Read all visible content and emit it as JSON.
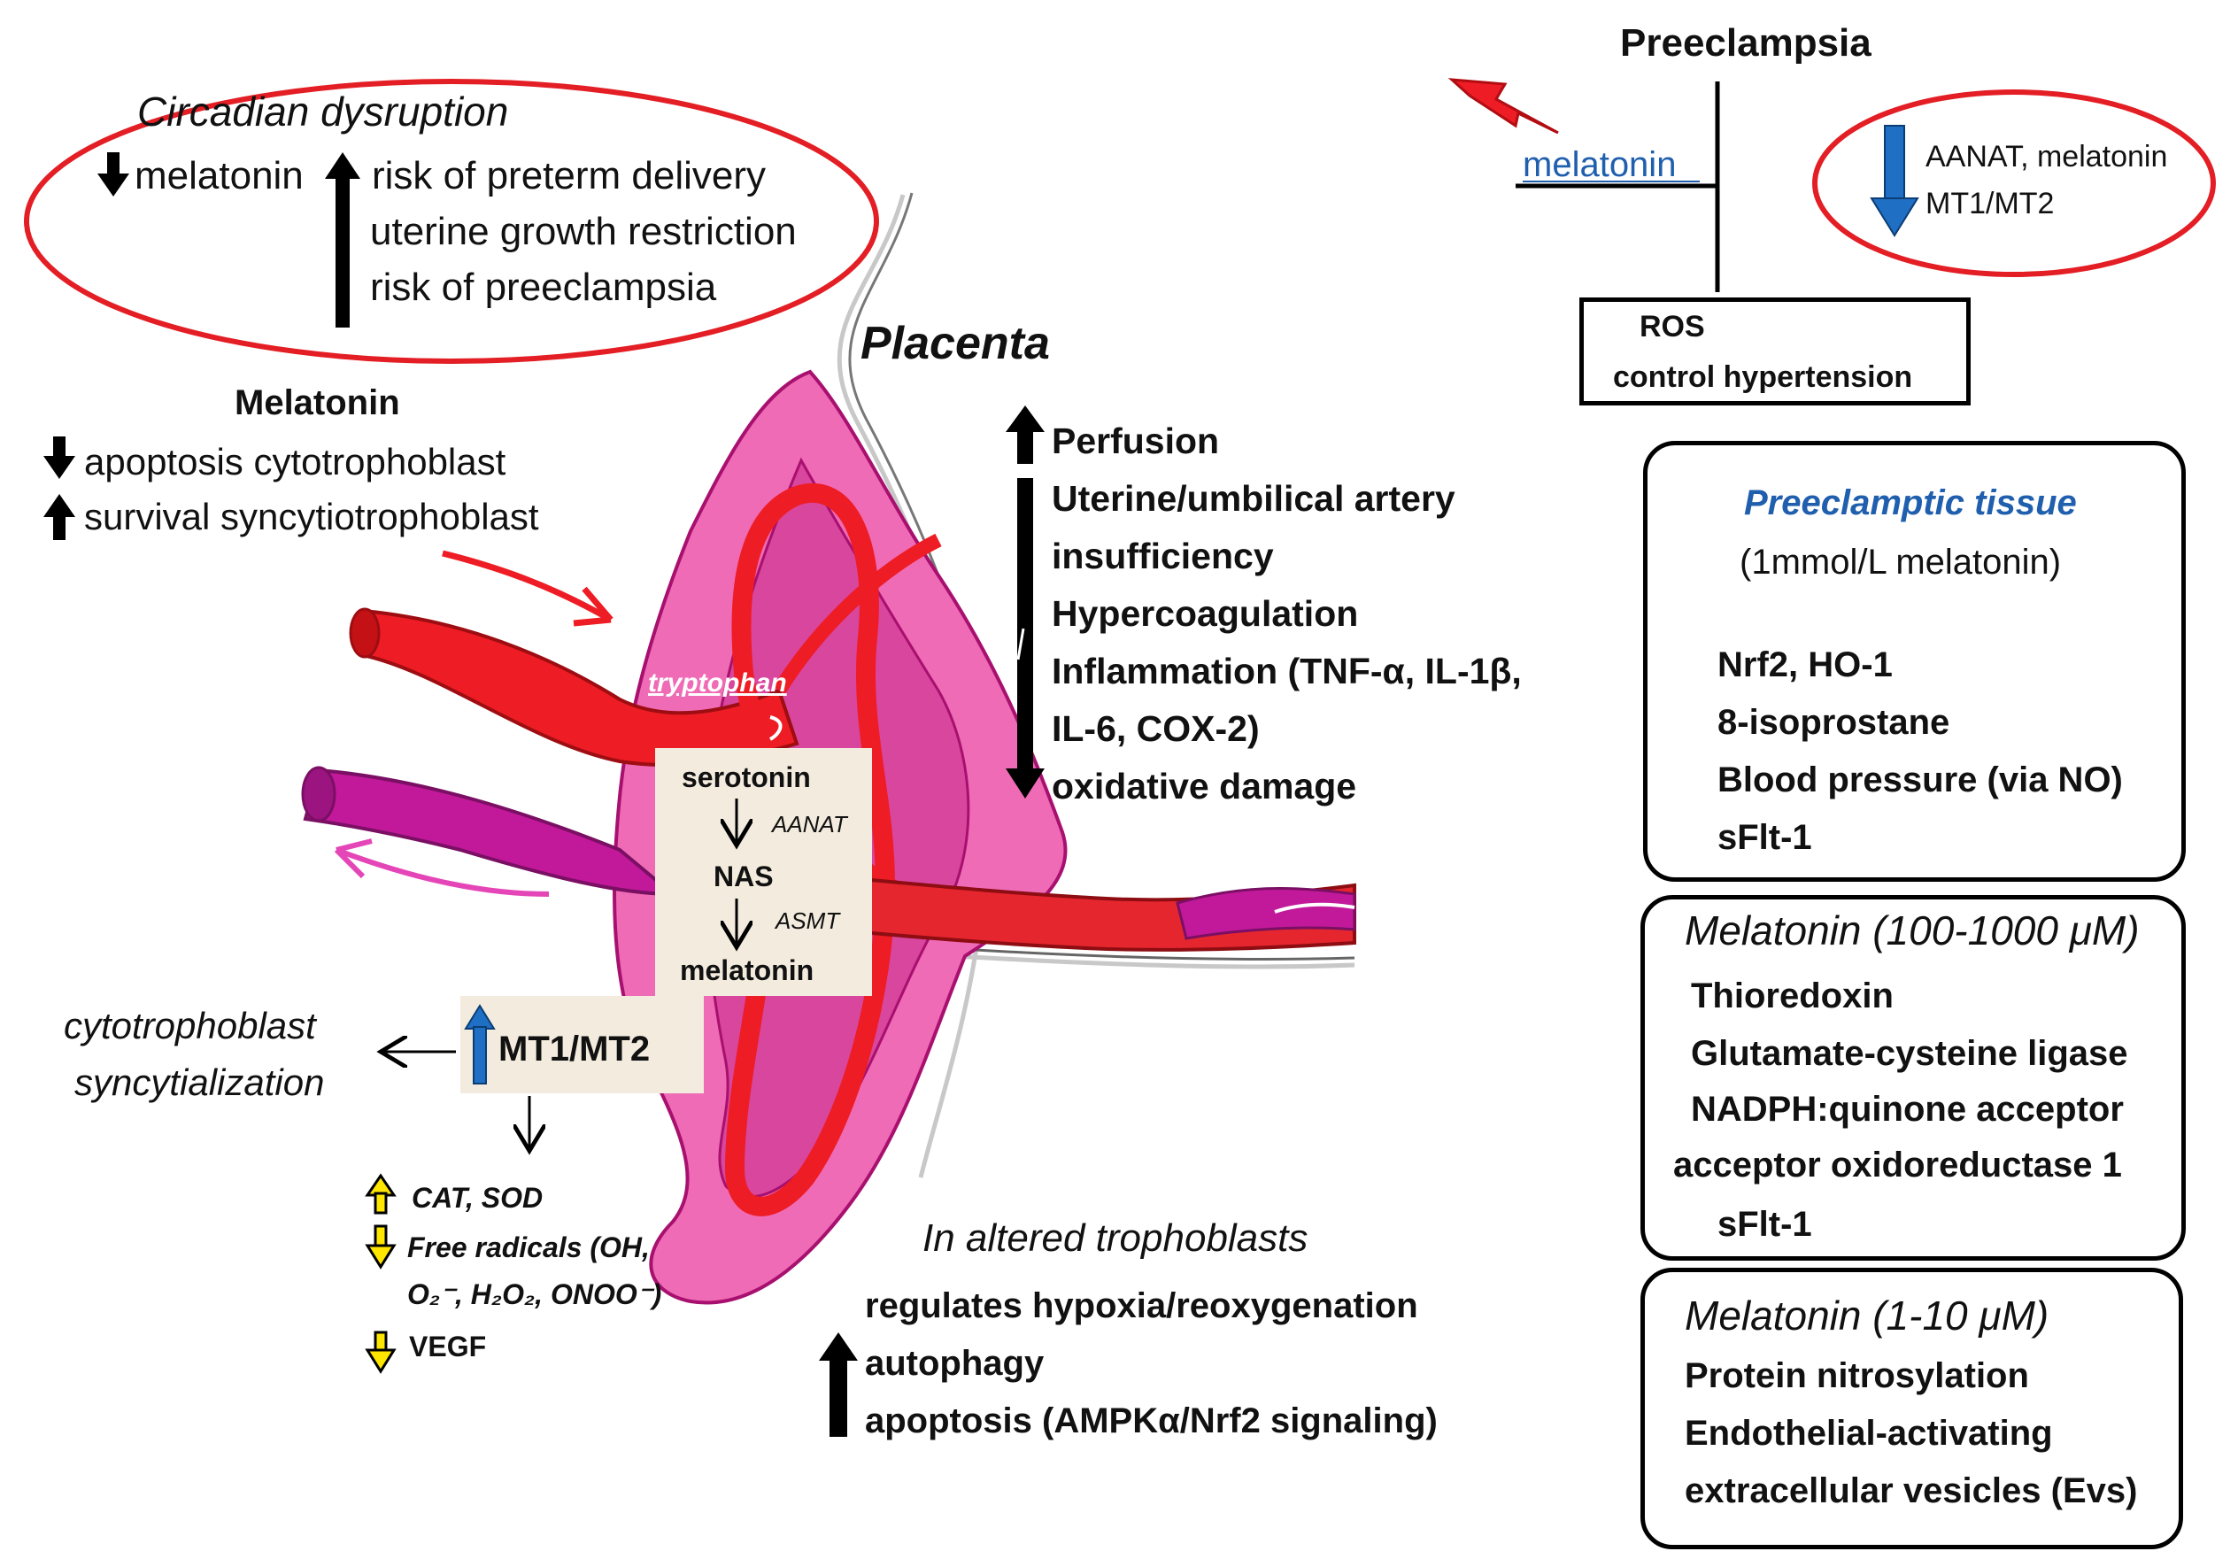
{
  "circadian": {
    "title": "Circadian dysruption",
    "melatonin": "melatonin",
    "effects": [
      "risk of preterm delivery",
      "uterine growth restriction",
      "risk of preeclampsia"
    ]
  },
  "placenta_title": "Placenta",
  "melatonin_effects": {
    "title": "Melatonin",
    "lines": [
      "apoptosis cytotrophoblast",
      "survival syncytiotrophoblast"
    ]
  },
  "placenta_effects": {
    "up": "Perfusion",
    "down": [
      "Uterine/umbilical artery",
      "insufficiency",
      "Hypercoagulation",
      "Inflammation (TNF-α, IL-1β,",
      "IL-6, COX-2)",
      "oxidative damage"
    ]
  },
  "pathway": {
    "tryptophan": "tryptophan",
    "serotonin": "serotonin",
    "aanat": "AANAT",
    "nas": "NAS",
    "asmt": "ASMT",
    "melatonin": "melatonin",
    "receptor": "MT1/MT2"
  },
  "cytotrophoblast": [
    "cytotrophoblast",
    "syncytialization"
  ],
  "antioxidant": {
    "cat_sod": "CAT, SOD",
    "free_radicals": "Free radicals (OH,",
    "ros_species": "O₂⁻, H₂O₂, ONOO⁻)",
    "vegf": "VEGF"
  },
  "altered": {
    "title": "In altered trophoblasts",
    "regulates": "regulates hypoxia/reoxygenation",
    "autophagy": "autophagy",
    "apoptosis": "apoptosis (AMPKα/Nrf2 signaling)"
  },
  "preeclampsia": {
    "title": "Preeclampsia",
    "melatonin": "melatonin",
    "reduced": [
      "AANAT, melatonin",
      "MT1/MT2"
    ],
    "ros": "ROS",
    "hypertension": "control hypertension"
  },
  "preeclamptic_tissue": {
    "title": "Preeclamptic tissue",
    "dose": "(1mmol/L melatonin)",
    "up": "Nrf2, HO-1",
    "down": [
      "8-isoprostane",
      "Blood pressure (via NO)",
      "sFlt-1"
    ]
  },
  "melatonin_high": {
    "title": "Melatonin (100-1000 μM)",
    "up": [
      "Thioredoxin",
      "Glutamate-cysteine ligase",
      "NADPH:quinone acceptor",
      "acceptor oxidoreductase 1"
    ],
    "down": "sFlt-1"
  },
  "melatonin_low": {
    "title": "Melatonin (1-10 μM)",
    "down": [
      "Protein nitrosylation",
      "Endothelial-activating",
      "extracellular vesicles (Evs)"
    ]
  },
  "colors": {
    "artery": "#ee1c24",
    "vein": "#c2199a",
    "tissue": "#ef6bb5",
    "ellipse": "#e31e24",
    "blue_arrow": "#1f6fc5",
    "yellow_arrow": "#ffe600",
    "panel": "#f3ecde",
    "tissue_title": "#1f5fae"
  },
  "icons": [
    "up-arrow-icon",
    "down-arrow-icon",
    "lightning-icon",
    "blue-down-arrow-icon",
    "blue-up-arrow-icon",
    "yellow-arrow-icon"
  ]
}
